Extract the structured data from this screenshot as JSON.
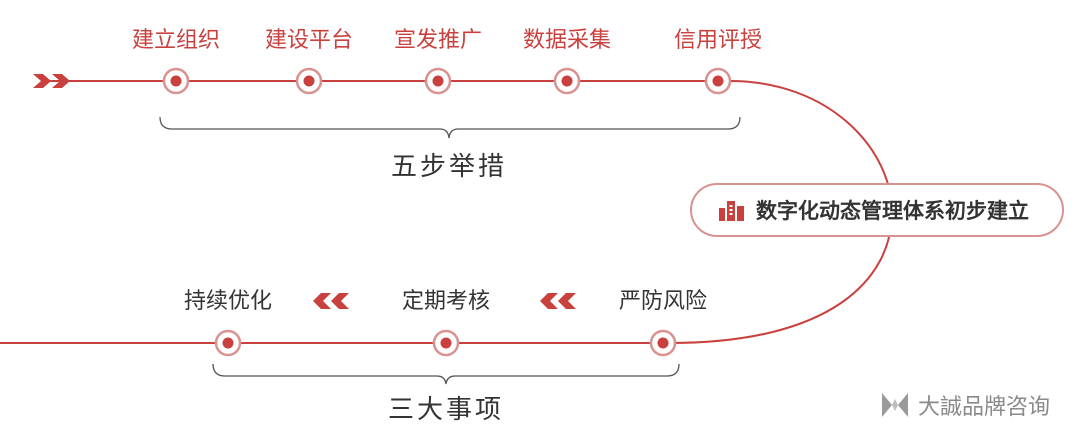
{
  "top_row": {
    "steps": [
      "建立组织",
      "建设平台",
      "宣发推广",
      "数据采集",
      "信用评授"
    ],
    "group_label": "五步举措"
  },
  "bottom_row": {
    "items": [
      "持续优化",
      "定期考核",
      "严防风险"
    ],
    "group_label": "三大事项"
  },
  "center": {
    "label": "数字化动态管理体系初步建立",
    "icon": "bar-chart-icon"
  },
  "watermark": {
    "text": "大誠品牌咨询",
    "icon": "brand-logo-icon"
  },
  "colors": {
    "accent": "#c9413e",
    "ring": "#d8928f",
    "text": "#333333",
    "watermark": "#8a8a8a"
  }
}
